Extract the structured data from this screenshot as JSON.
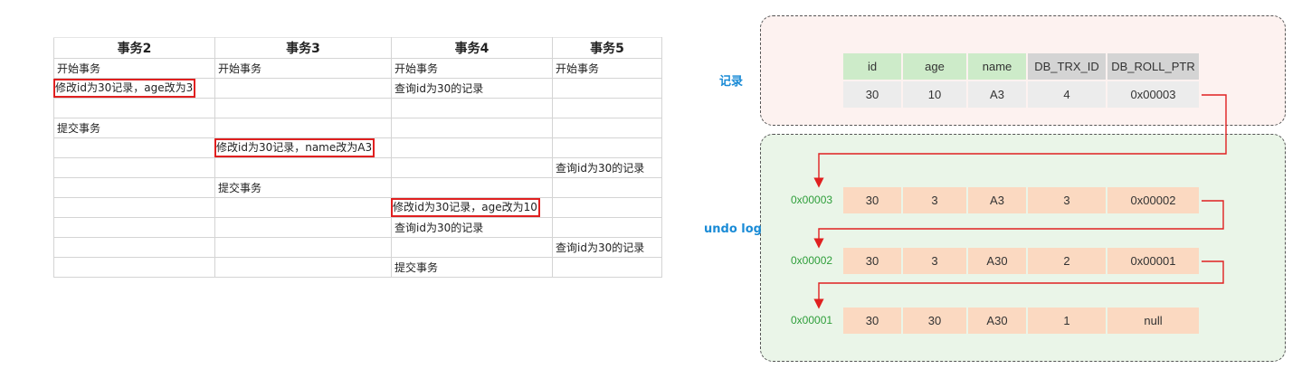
{
  "table": {
    "headers": [
      "事务2",
      "事务3",
      "事务4",
      "事务5"
    ],
    "rows": [
      [
        "开始事务",
        "开始事务",
        "开始事务",
        "开始事务"
      ],
      [
        "修改id为30记录，age改为3",
        "",
        "查询id为30的记录",
        ""
      ],
      [
        "",
        "",
        "",
        ""
      ],
      [
        "提交事务",
        "",
        "",
        ""
      ],
      [
        "",
        "修改id为30记录，name改为A3",
        "",
        ""
      ],
      [
        "",
        "",
        "",
        "查询id为30的记录"
      ],
      [
        "",
        "提交事务",
        "",
        ""
      ],
      [
        "",
        "",
        "修改id为30记录，age改为10",
        ""
      ],
      [
        "",
        "",
        "查询id为30的记录",
        ""
      ],
      [
        "",
        "",
        "",
        "查询id为30的记录"
      ],
      [
        "",
        "",
        "提交事务",
        ""
      ]
    ]
  },
  "labels": {
    "record": "记录",
    "undo_log": "undo log"
  },
  "record": {
    "headers": [
      "id",
      "age",
      "name",
      "DB_TRX_ID",
      "DB_ROLL_PTR"
    ],
    "values": [
      "30",
      "10",
      "A3",
      "4",
      "0x00003"
    ]
  },
  "undo_log": [
    {
      "addr": "0x00003",
      "values": [
        "30",
        "3",
        "A3",
        "3",
        "0x00002"
      ]
    },
    {
      "addr": "0x00002",
      "values": [
        "30",
        "3",
        "A30",
        "2",
        "0x00001"
      ]
    },
    {
      "addr": "0x00001",
      "values": [
        "30",
        "30",
        "A30",
        "1",
        "null"
      ]
    }
  ],
  "colors": {
    "label_blue": "#1a8bd6",
    "arrow_red": "#e02020",
    "addr_green": "#2e9e3a",
    "highlight_red": "#e02020"
  }
}
